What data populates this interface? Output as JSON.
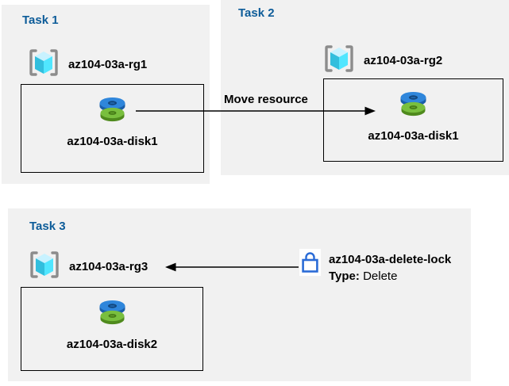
{
  "diagram": {
    "background": "#ffffff",
    "panel_color": "#f1f1f1",
    "title_color": "#0d5c99",
    "tasks": [
      {
        "label": "Task 1",
        "resource_group": "az104-03a-rg1",
        "resource": "az104-03a-disk1"
      },
      {
        "label": "Task 2",
        "resource_group": "az104-03a-rg2",
        "resource": "az104-03a-disk1"
      },
      {
        "label": "Task 3",
        "resource_group": "az104-03a-rg3",
        "resource": "az104-03a-disk2"
      }
    ],
    "arrows": {
      "move": {
        "label": "Move resource",
        "from": "az104-03a-disk1 in az104-03a-rg1",
        "to": "az104-03a-rg2"
      },
      "lock": {
        "from": "az104-03a-delete-lock",
        "to": "az104-03a-rg3"
      }
    },
    "lock": {
      "name": "az104-03a-delete-lock",
      "type_label": "Type:",
      "type_value": "Delete"
    },
    "colors": {
      "arrow": "#000000",
      "box_border": "#000000",
      "label_text": "#000000",
      "lock_blue": "#2a6bd6",
      "bracket_gray": "#8c8c8c",
      "cube_top": "#c8f2ff",
      "cube_left": "#32bedd",
      "cube_right": "#50e6ff",
      "disk_blue_top": "#2f86db",
      "disk_blue_side": "#1a5ea9",
      "disk_blue_hole": "#12477e",
      "disk_green_top": "#79bf3e",
      "disk_green_side": "#4f8a1d",
      "disk_green_hole": "#457a16"
    }
  }
}
